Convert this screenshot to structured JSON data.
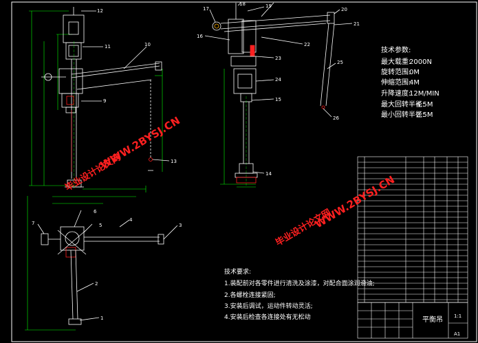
{
  "colors": {
    "background": "#000000",
    "lines": "#ffffff",
    "dimension": "#00ff00",
    "hatch_red": "#ff2020",
    "watermark": "#ff2020",
    "magenta": "#ff00ff",
    "yellow": "#ffff00",
    "orange": "#ffb000"
  },
  "part_numbers": {
    "front_view": [
      "12",
      "11",
      "10",
      "9",
      "13"
    ],
    "top_view": [
      "1",
      "2",
      "3",
      "4",
      "5",
      "6",
      "7"
    ],
    "side_view": [
      "17",
      "18",
      "19",
      "20",
      "21",
      "22",
      "23",
      "24",
      "15",
      "16",
      "14",
      "25",
      "26"
    ]
  },
  "specs": [
    {
      "label": "技术参数:",
      "value": ""
    },
    {
      "label": "最大载重:",
      "value": "2000N"
    },
    {
      "label": "旋转范围:",
      "value": "0M"
    },
    {
      "label": "伸缩范围:",
      "value": "4M"
    },
    {
      "label": "升降速度:",
      "value": "12M/MIN"
    },
    {
      "label": "最大回转半径:",
      "value": "4.5M"
    },
    {
      "label": "最小回转半径:",
      "value": "2.5M"
    }
  ],
  "notes": {
    "title": "技术要求:",
    "items": [
      "1.装配前对各零件进行清洗及涂漆，对配合面涂润滑油;",
      "2.各螺栓连接紧固;",
      "3.安装后调试，运动件转动灵活;",
      "4.安装后检查各连接处有无松动"
    ]
  },
  "watermarks": [
    {
      "text": "WWW.2BYSJ.CN"
    },
    {
      "text": "毕业设计论文网"
    },
    {
      "text": "WWW.2BYSJ.CN"
    },
    {
      "text": "毕业设计论文网"
    }
  ],
  "title_block": {
    "drawing_name": "平衡吊",
    "sheet": "A1",
    "scale": "1:1"
  }
}
